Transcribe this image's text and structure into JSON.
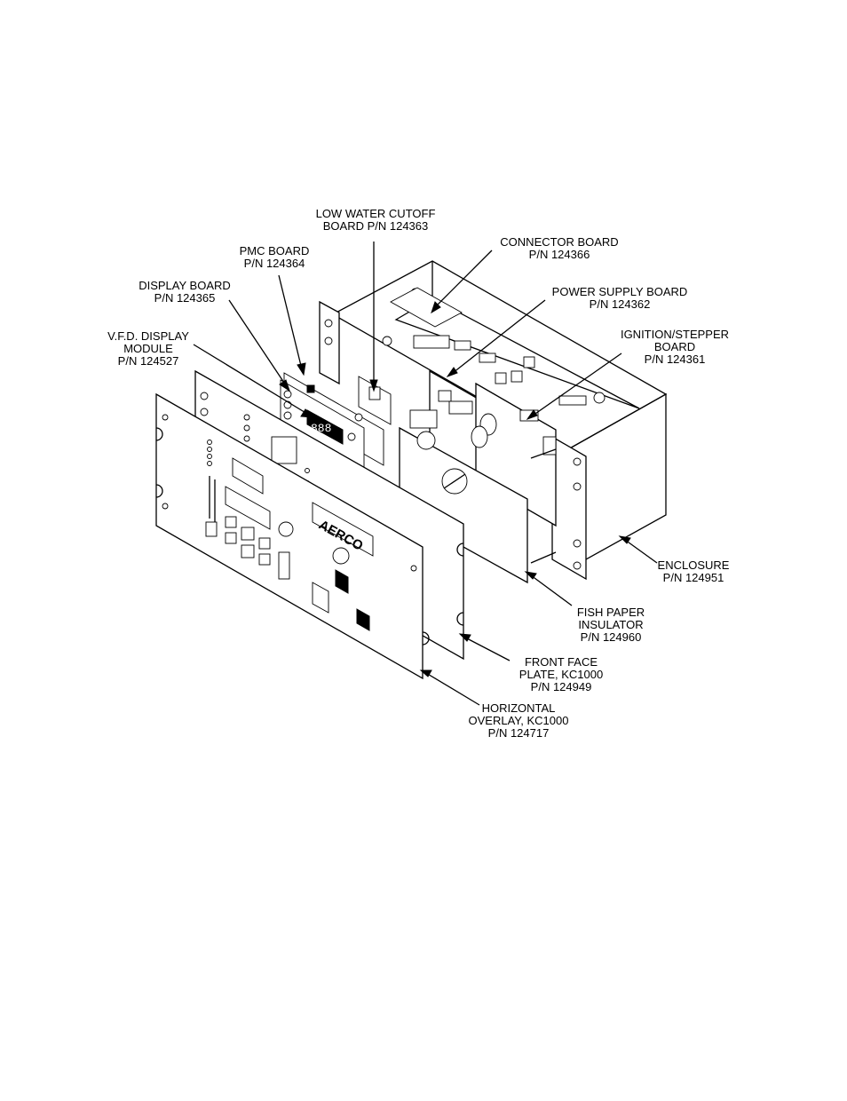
{
  "callouts": {
    "low_water_cutoff": {
      "line1": "LOW WATER CUTOFF",
      "line2": "BOARD P/N 124363"
    },
    "pmc_board": {
      "line1": "PMC BOARD",
      "line2": "P/N 124364"
    },
    "display_board": {
      "line1": "DISPLAY BOARD",
      "line2": "P/N 124365"
    },
    "vfd_display": {
      "line1": "V.F.D. DISPLAY",
      "line2": "MODULE",
      "line3": "P/N 124527"
    },
    "connector_board": {
      "line1": "CONNECTOR BOARD",
      "line2": "P/N 124366"
    },
    "power_supply_board": {
      "line1": "POWER SUPPLY BOARD",
      "line2": "P/N 124362"
    },
    "ignition_stepper_board": {
      "line1": "IGNITION/STEPPER",
      "line2": "BOARD",
      "line3": "P/N 124361"
    },
    "enclosure": {
      "line1": "ENCLOSURE",
      "line2": "P/N 124951"
    },
    "fish_paper_insulator": {
      "line1": "FISH PAPER",
      "line2": "INSULATOR",
      "line3": "P/N 124960"
    },
    "front_face_plate": {
      "line1": "FRONT FACE",
      "line2": "PLATE, KC1000",
      "line3": "P/N 124949"
    },
    "horizontal_overlay": {
      "line1": "HORIZONTAL",
      "line2": "OVERLAY, KC1000",
      "line3": "P/N 124717"
    }
  },
  "logo_text": "AERCO",
  "led_readout": "888"
}
